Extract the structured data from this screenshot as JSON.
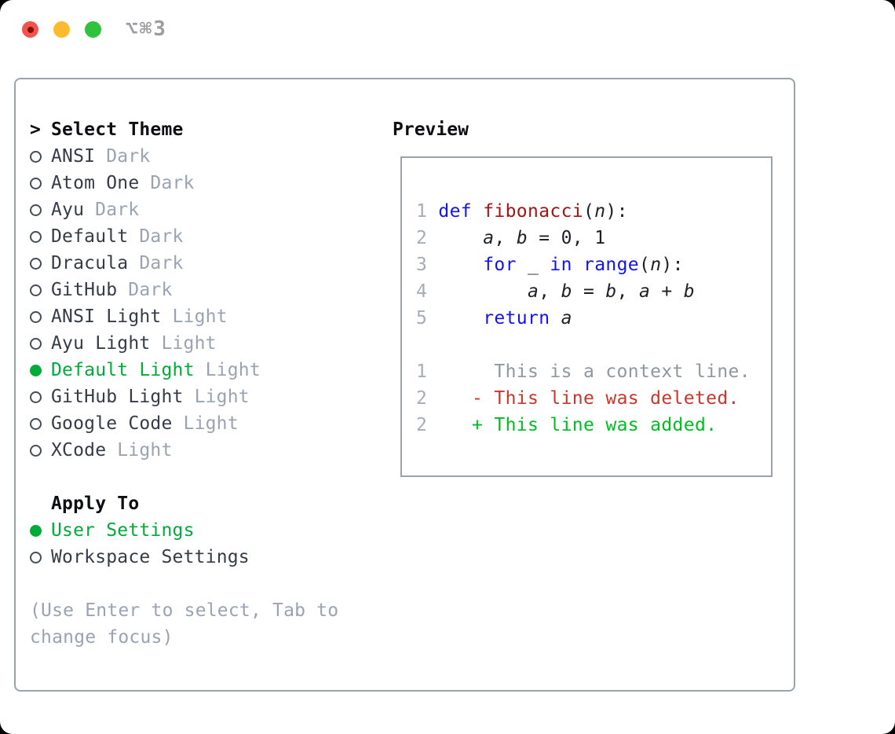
{
  "window": {
    "shortcut": "⌥⌘3"
  },
  "theme_list": {
    "focus_marker": ">",
    "title": "Select Theme",
    "items": [
      {
        "name": "ANSI",
        "variant": "Dark",
        "selected": false
      },
      {
        "name": "Atom One",
        "variant": "Dark",
        "selected": false
      },
      {
        "name": "Ayu",
        "variant": "Dark",
        "selected": false
      },
      {
        "name": "Default",
        "variant": "Dark",
        "selected": false
      },
      {
        "name": "Dracula",
        "variant": "Dark",
        "selected": false
      },
      {
        "name": "GitHub",
        "variant": "Dark",
        "selected": false
      },
      {
        "name": "ANSI Light",
        "variant": "Light",
        "selected": false
      },
      {
        "name": "Ayu Light",
        "variant": "Light",
        "selected": false
      },
      {
        "name": "Default Light",
        "variant": "Light",
        "selected": true
      },
      {
        "name": "GitHub Light",
        "variant": "Light",
        "selected": false
      },
      {
        "name": "Google Code",
        "variant": "Light",
        "selected": false
      },
      {
        "name": "XCode",
        "variant": "Light",
        "selected": false
      }
    ]
  },
  "apply_to": {
    "title": "Apply To",
    "options": [
      {
        "label": "User Settings",
        "selected": true
      },
      {
        "label": "Workspace Settings",
        "selected": false
      }
    ]
  },
  "hint": "(Use Enter to select, Tab to change focus)",
  "preview": {
    "title": "Preview",
    "lines": [
      {
        "segments": [
          [
            "1",
            "num"
          ],
          [
            " ",
            "pl"
          ],
          [
            "def",
            "kw"
          ],
          [
            " ",
            "pl"
          ],
          [
            "fibonacci",
            "fn"
          ],
          [
            "(",
            "pl"
          ],
          [
            "n",
            "var"
          ],
          [
            "):",
            "pl"
          ]
        ]
      },
      {
        "segments": [
          [
            "2",
            "num"
          ],
          [
            "     ",
            "pl"
          ],
          [
            "a",
            "var"
          ],
          [
            ", ",
            "pl"
          ],
          [
            "b",
            "var"
          ],
          [
            " = 0, 1",
            "pl"
          ]
        ]
      },
      {
        "segments": [
          [
            "3",
            "num"
          ],
          [
            "     ",
            "pl"
          ],
          [
            "for",
            "kw"
          ],
          [
            " ",
            "pl"
          ],
          [
            "_",
            "pl"
          ],
          [
            " ",
            "pl"
          ],
          [
            "in",
            "kw"
          ],
          [
            " ",
            "pl"
          ],
          [
            "range",
            "kw"
          ],
          [
            "(",
            "pl"
          ],
          [
            "n",
            "var"
          ],
          [
            "):",
            "pl"
          ]
        ]
      },
      {
        "segments": [
          [
            "4",
            "num"
          ],
          [
            "         ",
            "pl"
          ],
          [
            "a",
            "var"
          ],
          [
            ", ",
            "pl"
          ],
          [
            "b",
            "var"
          ],
          [
            " = ",
            "pl"
          ],
          [
            "b",
            "var"
          ],
          [
            ", ",
            "pl"
          ],
          [
            "a",
            "var"
          ],
          [
            " + ",
            "pl"
          ],
          [
            "b",
            "var"
          ]
        ]
      },
      {
        "segments": [
          [
            "5",
            "num"
          ],
          [
            "     ",
            "pl"
          ],
          [
            "return",
            "kw"
          ],
          [
            " ",
            "pl"
          ],
          [
            "a",
            "var"
          ]
        ]
      },
      {
        "segments": []
      },
      {
        "segments": [
          [
            "1",
            "num"
          ],
          [
            "      ",
            "pl"
          ],
          [
            "This is a context line.",
            "ctx"
          ]
        ]
      },
      {
        "segments": [
          [
            "2",
            "num"
          ],
          [
            "    ",
            "pl"
          ],
          [
            "- This line was deleted.",
            "del"
          ]
        ]
      },
      {
        "segments": [
          [
            "2",
            "num"
          ],
          [
            "    ",
            "pl"
          ],
          [
            "+ This line was added.",
            "add"
          ]
        ]
      }
    ]
  },
  "colors": {
    "accent_green": "#00ab3a",
    "keyword_blue": "#1414f0",
    "function_red": "#a31515",
    "deleted_red": "#c8372a",
    "added_green": "#00bd22",
    "muted_gray": "#9aa3b1",
    "border_gray": "#9aa2ad"
  }
}
